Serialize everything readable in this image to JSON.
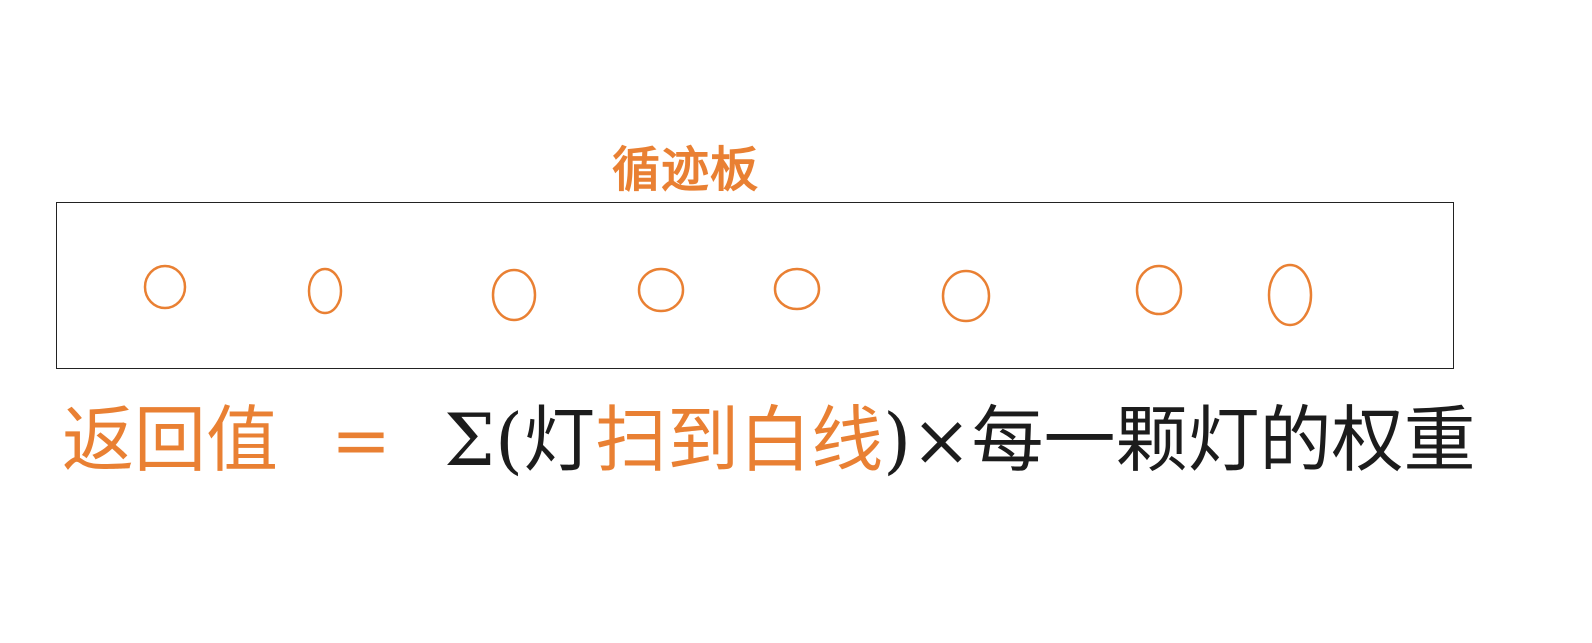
{
  "title": "循迹板",
  "colors": {
    "accent": "#e98033",
    "ink": "#1c1c1c",
    "board_border": "#222222"
  },
  "lights": {
    "count": 8,
    "shape": "circle-outline"
  },
  "formula": {
    "part1": "返回值",
    "equals": "=",
    "part2": "Σ(灯",
    "part3": "扫到白线",
    "part4": ")×每一颗灯的权重"
  }
}
